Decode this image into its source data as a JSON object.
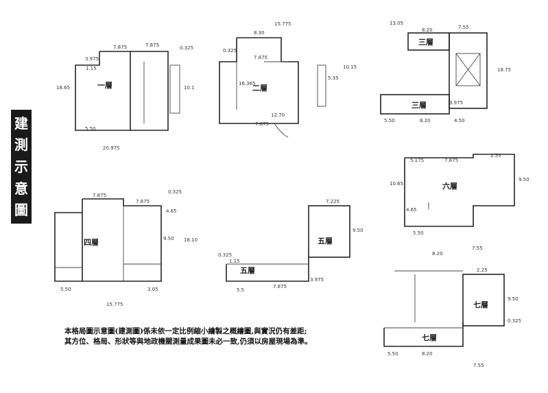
{
  "sidebar_title": [
    "建",
    "測",
    "示",
    "意",
    "圖"
  ],
  "floors": {
    "f1": {
      "label": "一層",
      "dims": [
        "7.875",
        "7.875",
        "18.65",
        "10.1",
        "20.975",
        "3.975",
        "5.50",
        "0.325",
        "1.15"
      ]
    },
    "f2": {
      "label": "二層",
      "dims": [
        "8.30",
        "15.775",
        "7.875",
        "7.875",
        "12.70",
        "10.15",
        "5.35",
        "16.365",
        "0.325"
      ]
    },
    "f3": {
      "label": "三層",
      "dims": [
        "13.05",
        "7.55",
        "8.20",
        "三層",
        "18.75",
        "8.20",
        "5.50",
        "3.975",
        "4.50"
      ]
    },
    "f4": {
      "label": "四層",
      "dims": [
        "7.875",
        "7.875",
        "0.325",
        "18.10",
        "9.50",
        "15.775",
        "5.50",
        "3.05",
        "4.65"
      ]
    },
    "f5": {
      "label": "五層",
      "dims": [
        "7.225",
        "9.50",
        "3.975",
        "7.875",
        "5.5",
        "1.15",
        "0.325"
      ]
    },
    "f6": {
      "label": "六層",
      "dims": [
        "5.175",
        "7.875",
        "2.55",
        "9.50",
        "10.65",
        "4.65",
        "5.50"
      ]
    },
    "f7": {
      "label": "七層",
      "dims": [
        "7.55",
        "8.20",
        "9.50",
        "2.25",
        "8.20",
        "5.50",
        "0.325",
        "7.55"
      ]
    }
  },
  "note_lines": [
    "本格局圖示意圖(建測圖)係未依一定比例縮小繪製之概繪圖,與實況仍有差距;",
    "其方位、格局、形狀等與地政機關測量成果圖未必一致,仍須以房屋現場為準。"
  ]
}
